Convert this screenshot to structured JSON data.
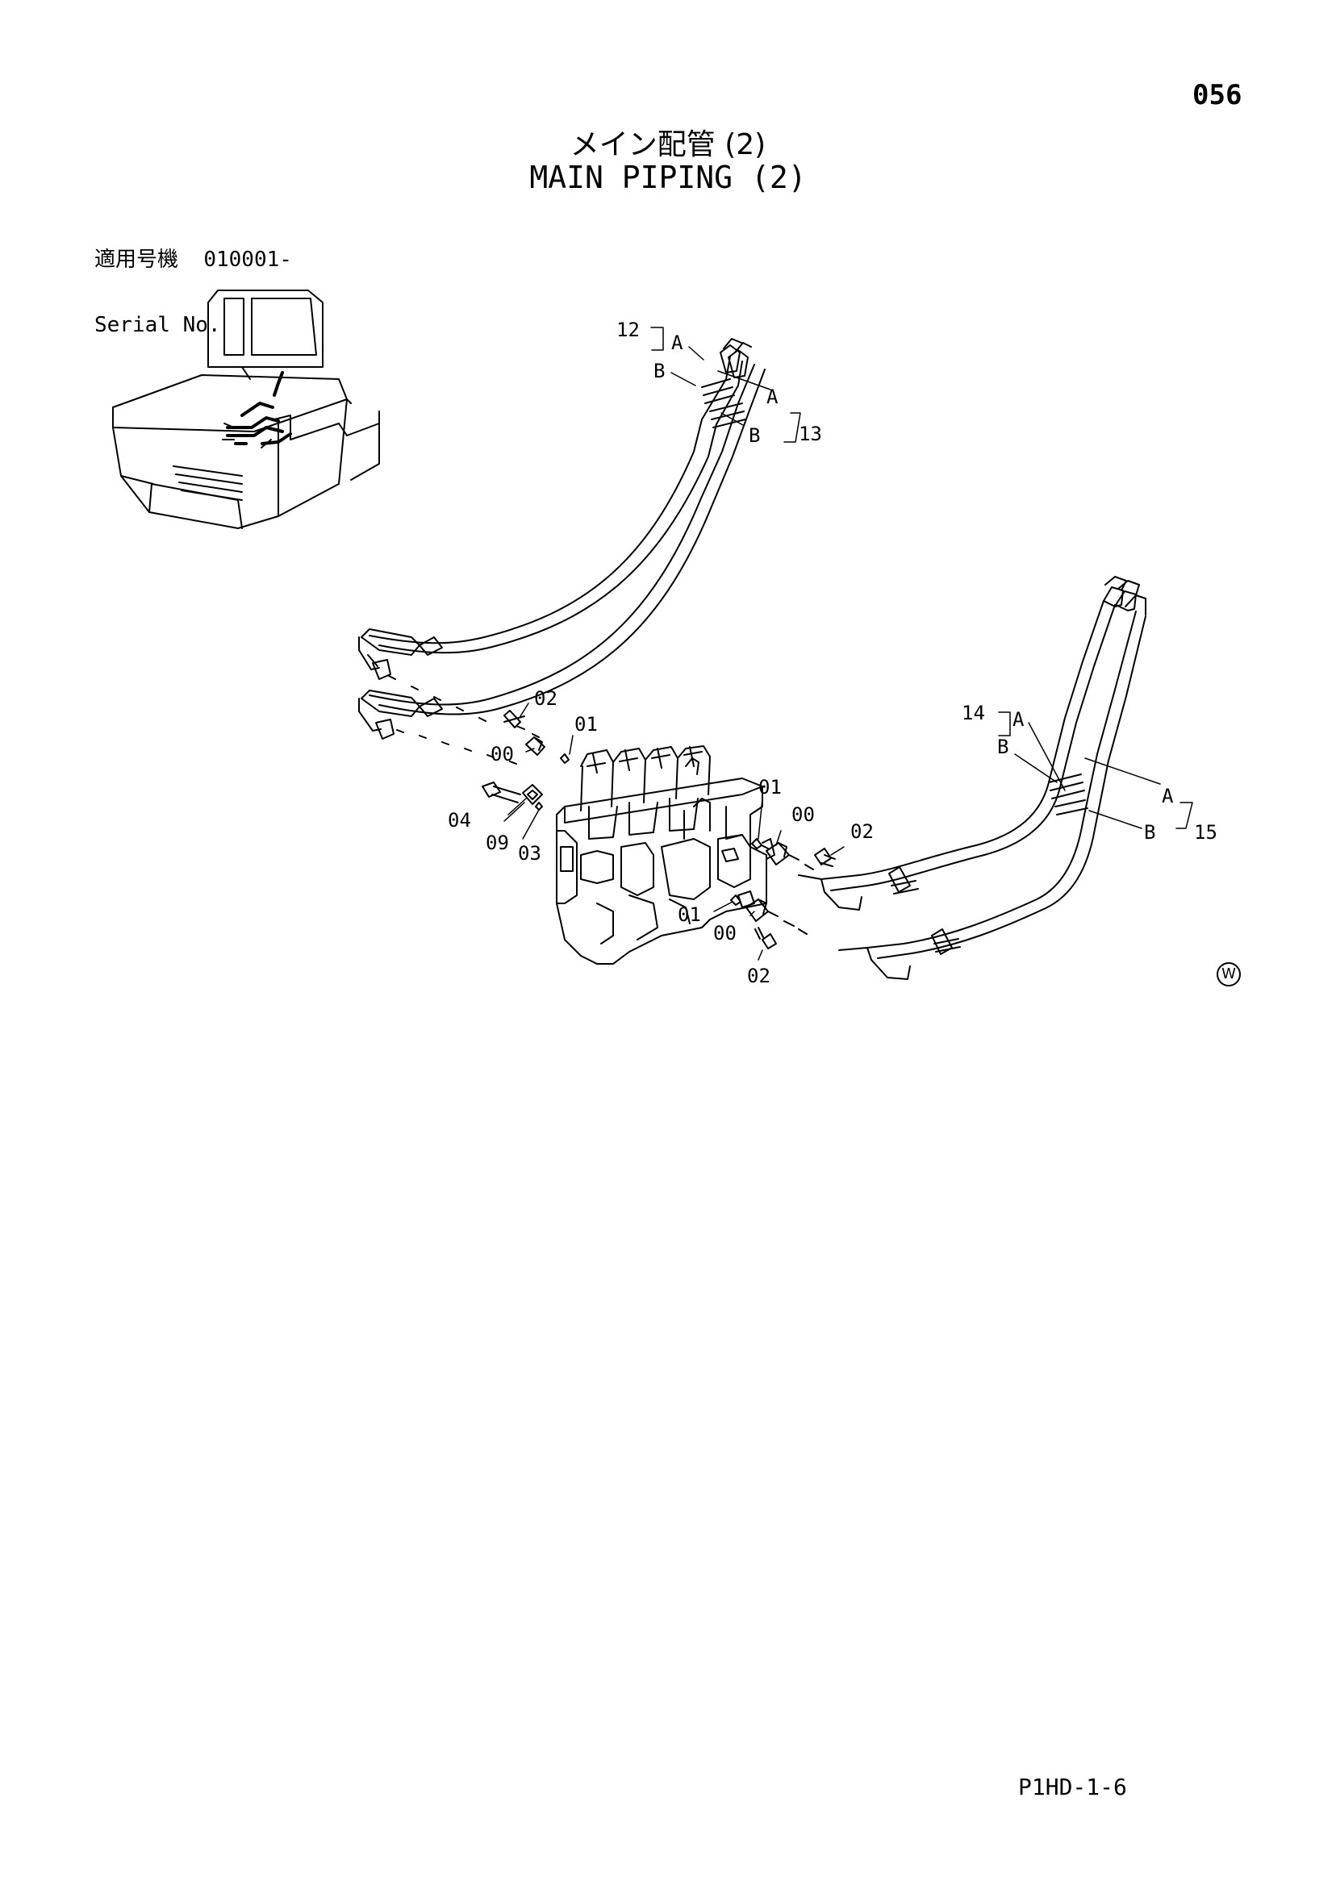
{
  "header": {
    "page_number": "056",
    "title_jp": "メイン配管 (2)",
    "title_en": "MAIN PIPING (2)"
  },
  "serial": {
    "label_jp": "適用号機",
    "value": "010001-",
    "label_en": "Serial No."
  },
  "footer": {
    "drawing_code": "P1HD-1-6",
    "mark": "W"
  },
  "callouts": {
    "c12": "12",
    "c13": "13",
    "c14": "14",
    "c15": "15",
    "a": "A",
    "b": "B",
    "p00": "00",
    "p01": "01",
    "p02": "02",
    "p03": "03",
    "p04": "04",
    "p09": "09"
  }
}
